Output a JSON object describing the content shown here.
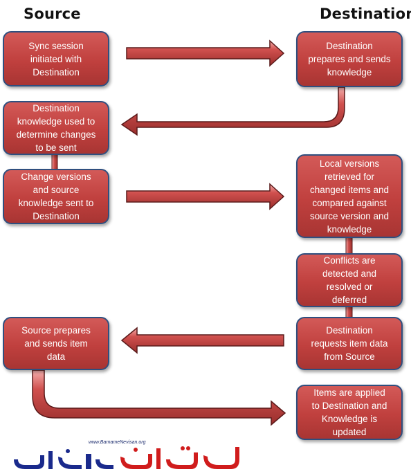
{
  "headers": {
    "source": "Source",
    "destination": "Destination"
  },
  "boxes": {
    "sync": [
      "Sync session",
      "initiated with",
      "Destination"
    ],
    "dest_prepare": [
      "Destination",
      "prepares and sends",
      "knowledge"
    ],
    "dest_knowledge": [
      "Destination",
      "knowledge  used to",
      "determine changes",
      "to be sent"
    ],
    "change_versions": [
      "Change versions",
      "and  source",
      "knowledge  sent to",
      "Destination"
    ],
    "local_versions": [
      "Local  versions",
      "retrieved for",
      "changed items and",
      "compared against",
      "source version and",
      "knowledge"
    ],
    "conflicts": [
      "Conflicts are",
      "detected and",
      "resolved or",
      "deferred"
    ],
    "source_prepare": [
      "Source prepares",
      "and sends item",
      "data"
    ],
    "dest_request": [
      "Destination",
      "requests item data",
      "from Source"
    ],
    "items_applied": [
      "Items are applied",
      "to Destination and",
      "Knowledge is",
      "updated"
    ]
  },
  "watermark": {
    "url": "www.BarnameNevisan.org"
  },
  "colors": {
    "box_fill": "#c0403e",
    "box_border": "#2f4f7f",
    "arrow_fill": "#c0403e",
    "text": "#ffffff",
    "logo_blue": "#1a2a8c",
    "logo_red": "#d01c1c"
  }
}
